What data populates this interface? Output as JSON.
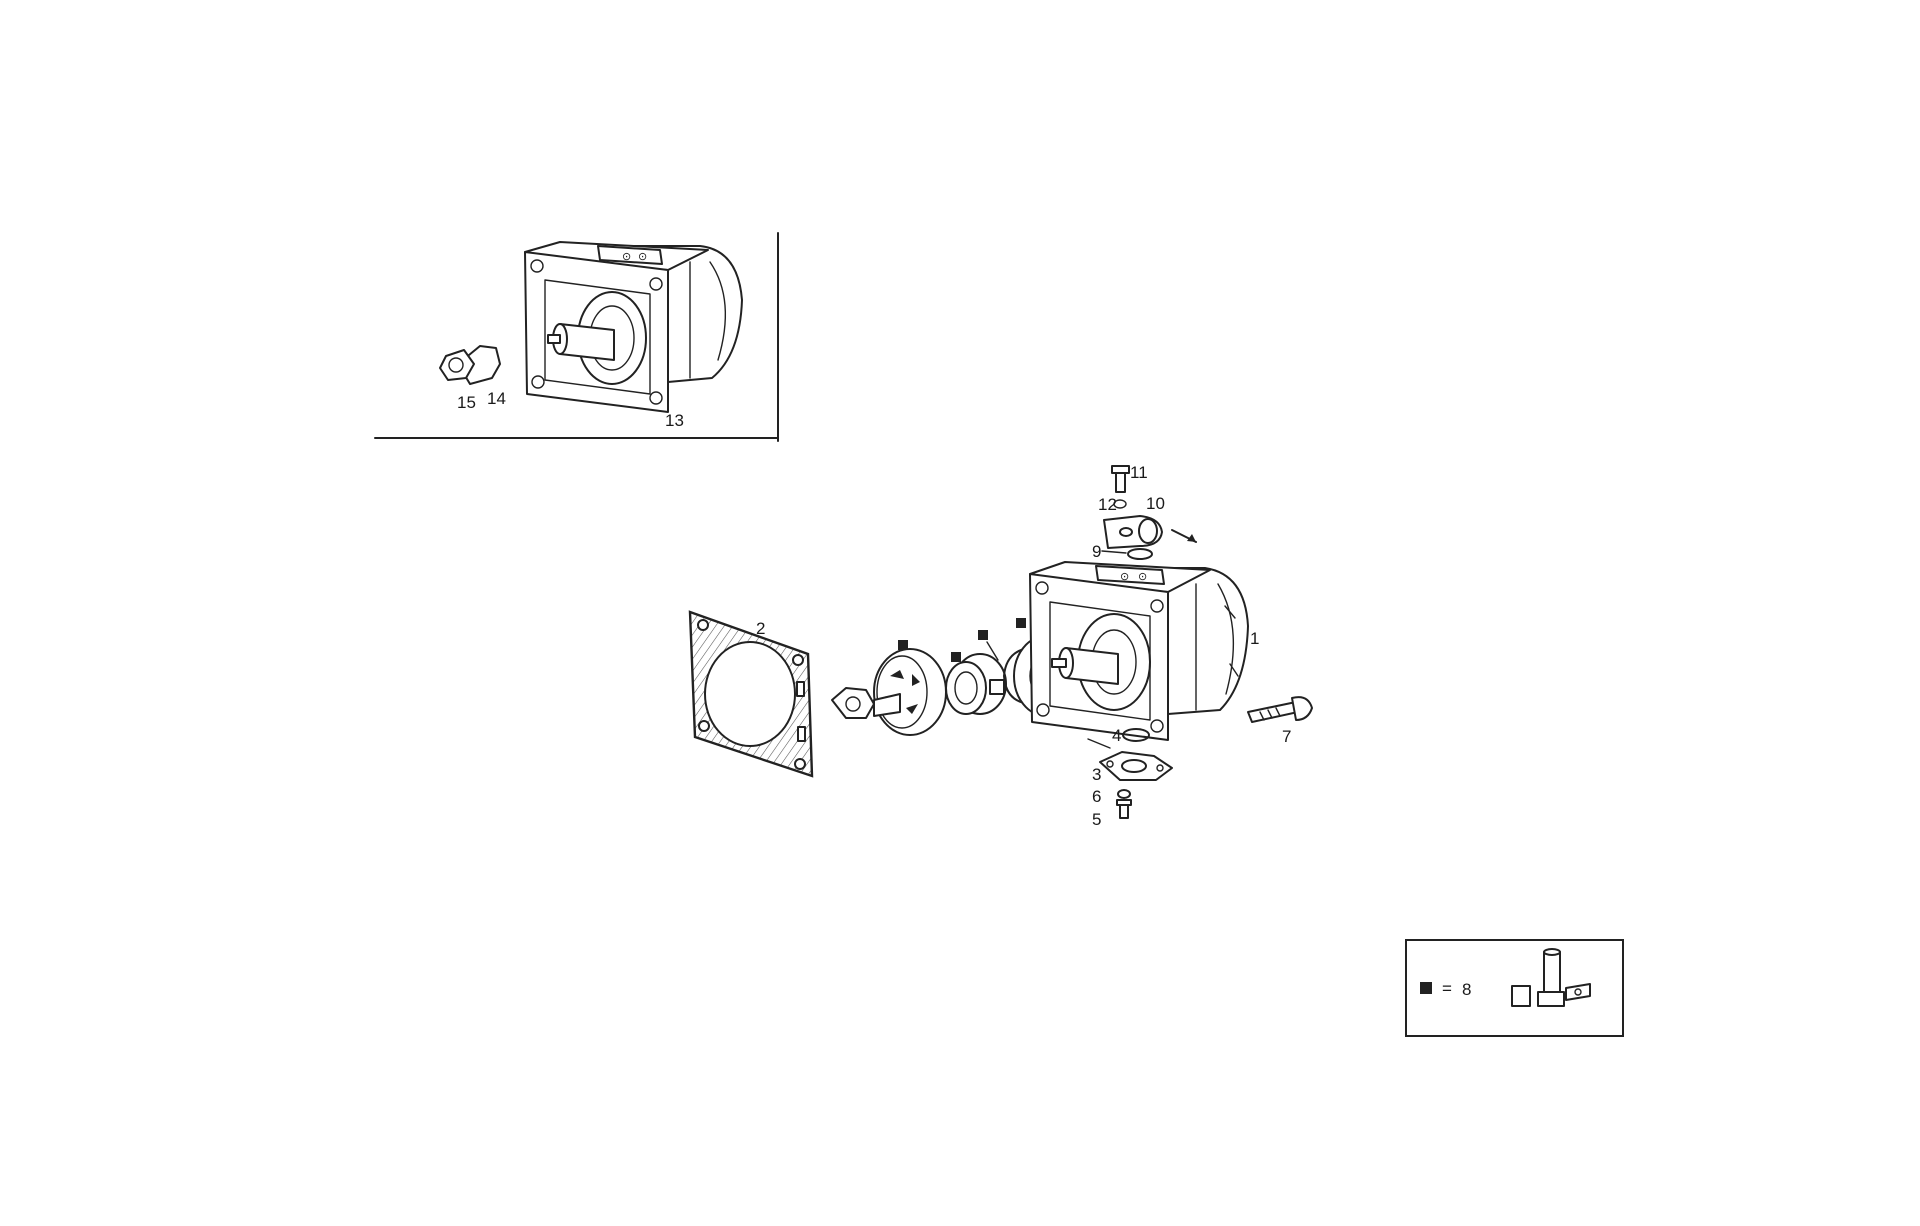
{
  "diagram": {
    "callouts": [
      {
        "id": "1",
        "text": "1"
      },
      {
        "id": "2",
        "text": "2"
      },
      {
        "id": "3",
        "text": "3"
      },
      {
        "id": "4",
        "text": "4"
      },
      {
        "id": "5",
        "text": "5"
      },
      {
        "id": "6",
        "text": "6"
      },
      {
        "id": "7",
        "text": "7"
      },
      {
        "id": "9",
        "text": "9"
      },
      {
        "id": "10",
        "text": "10"
      },
      {
        "id": "11",
        "text": "11"
      },
      {
        "id": "12",
        "text": "12"
      },
      {
        "id": "13",
        "text": "13"
      },
      {
        "id": "14",
        "text": "14"
      },
      {
        "id": "15",
        "text": "15"
      }
    ],
    "legend": {
      "equals": "=",
      "kit_number": "8"
    }
  }
}
